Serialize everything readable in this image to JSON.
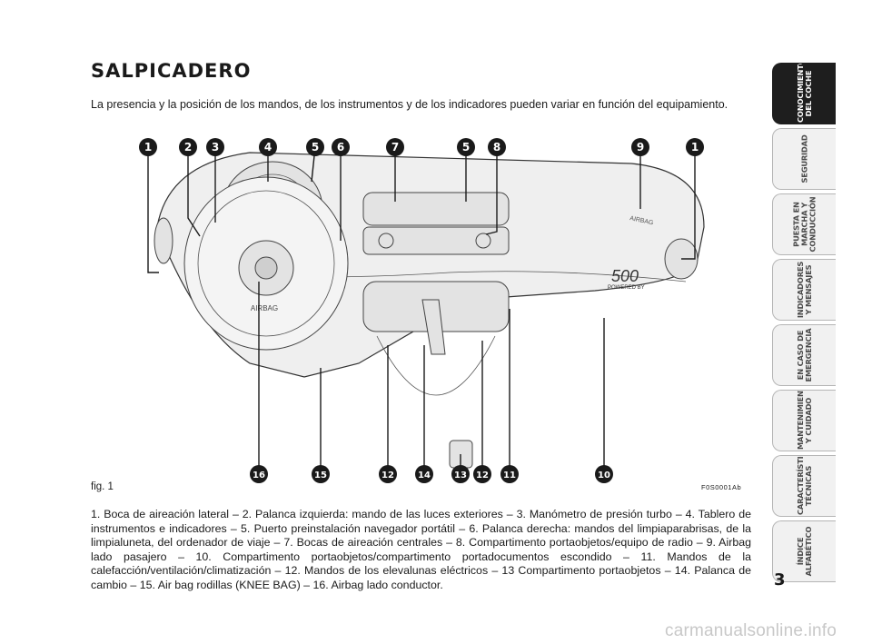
{
  "header": {
    "title": "SALPICADERO",
    "intro": "La presencia y la posición de los mandos, de los instrumentos y de los indicadores pueden variar en función del equipamiento."
  },
  "figure": {
    "label": "fig. 1",
    "code": "F0S0001Ab",
    "callouts_top": [
      "1",
      "2",
      "3",
      "4",
      "5",
      "6",
      "7",
      "5",
      "8",
      "9",
      "1"
    ],
    "callouts_bottom": [
      "16",
      "15",
      "12",
      "14",
      "13",
      "12",
      "11",
      "10"
    ],
    "panel_text": {
      "airbag_wheel": "AIRBAG",
      "airbag_passenger": "AIRBAG",
      "brand_logo": "500",
      "powered_by": "POWERED BY"
    }
  },
  "caption": "1. Boca de aireación lateral – 2. Palanca izquierda: mando de las luces exteriores – 3. Manómetro de presión turbo – 4. Tablero de instrumentos e indicadores – 5. Puerto preinstalación navegador portátil – 6. Palanca derecha: mandos del limpiaparabrisas, de la limpialuneta, del ordenador de viaje – 7. Bocas de aireación centrales – 8. Compartimento portaobjetos/equipo de radio – 9. Airbag lado pasajero – 10. Compartimento portaobjetos/compartimento portadocumentos escondido – 11. Mandos de la calefacción/ventilación/climatización – 12. Mandos de los elevalunas eléctricos – 13 Compartimento portaobjetos – 14. Palanca de cambio – 15. Air bag rodillas (KNEE BAG) – 16. Airbag lado conductor.",
  "sidebar": {
    "tabs": [
      {
        "label": "CONOCIMIENTO\nDEL COCHE",
        "active": true
      },
      {
        "label": "SEGURIDAD",
        "active": false
      },
      {
        "label": "PUESTA EN\nMARCHA Y\nCONDUCCIÓN",
        "active": false
      },
      {
        "label": "INDICADORES\nY MENSAJES",
        "active": false
      },
      {
        "label": "EN CASO DE\nEMERGENCIA",
        "active": false
      },
      {
        "label": "MANTENIMIENTO\nY CUIDADO",
        "active": false
      },
      {
        "label": "CARACTERÍSTICAS\nTÉCNICAS",
        "active": false
      },
      {
        "label": "ÍNDICE\nALFABÉTICO",
        "active": false
      }
    ]
  },
  "page_number": "3",
  "watermark": "carmanualsonline.info"
}
